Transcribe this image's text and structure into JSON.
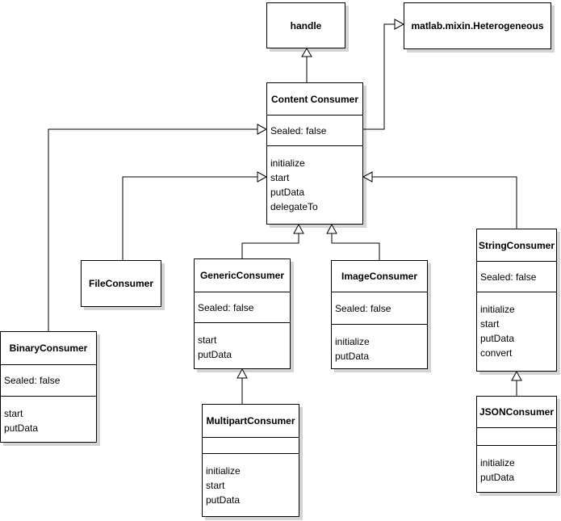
{
  "diagram": {
    "type": "uml-class-diagram",
    "colors": {
      "line": "#000000",
      "box_background": "#ffffff",
      "box_border": "#000000",
      "shadow": "#d4d4d4",
      "text": "#000000"
    },
    "classes": {
      "handle": {
        "name": "handle"
      },
      "heterogeneous": {
        "name": "matlab.mixin.Heterogeneous"
      },
      "content_consumer": {
        "name": "Content Consumer",
        "sealed": "Sealed: false",
        "methods": [
          "initialize",
          "start",
          "putData",
          "delegateTo"
        ]
      },
      "file_consumer": {
        "name": "FileConsumer"
      },
      "binary_consumer": {
        "name": "BinaryConsumer",
        "sealed": "Sealed: false",
        "methods": [
          "start",
          "putData"
        ]
      },
      "generic_consumer": {
        "name": "GenericConsumer",
        "sealed": "Sealed: false",
        "methods": [
          "start",
          "putData"
        ]
      },
      "image_consumer": {
        "name": "ImageConsumer",
        "sealed": "Sealed: false",
        "methods": [
          "initialize",
          "putData"
        ]
      },
      "string_consumer": {
        "name": "StringConsumer",
        "sealed": "Sealed: false",
        "methods": [
          "initialize",
          "start",
          "putData",
          "convert"
        ]
      },
      "multipart_consumer": {
        "name": "MultipartConsumer",
        "sealed": "",
        "methods": [
          "initialize",
          "start",
          "putData"
        ]
      },
      "json_consumer": {
        "name": "JSONConsumer",
        "sealed": "",
        "methods": [
          "initialize",
          "putData"
        ]
      }
    },
    "relations": [
      {
        "from": "Content Consumer",
        "to": "handle",
        "type": "inheritance"
      },
      {
        "from": "Content Consumer",
        "to": "matlab.mixin.Heterogeneous",
        "type": "inheritance"
      },
      {
        "from": "BinaryConsumer",
        "to": "Content Consumer",
        "type": "inheritance"
      },
      {
        "from": "FileConsumer",
        "to": "Content Consumer",
        "type": "inheritance"
      },
      {
        "from": "GenericConsumer",
        "to": "Content Consumer",
        "type": "inheritance"
      },
      {
        "from": "ImageConsumer",
        "to": "Content Consumer",
        "type": "inheritance"
      },
      {
        "from": "StringConsumer",
        "to": "Content Consumer",
        "type": "inheritance"
      },
      {
        "from": "MultipartConsumer",
        "to": "GenericConsumer",
        "type": "inheritance"
      },
      {
        "from": "JSONConsumer",
        "to": "StringConsumer",
        "type": "inheritance"
      }
    ]
  }
}
